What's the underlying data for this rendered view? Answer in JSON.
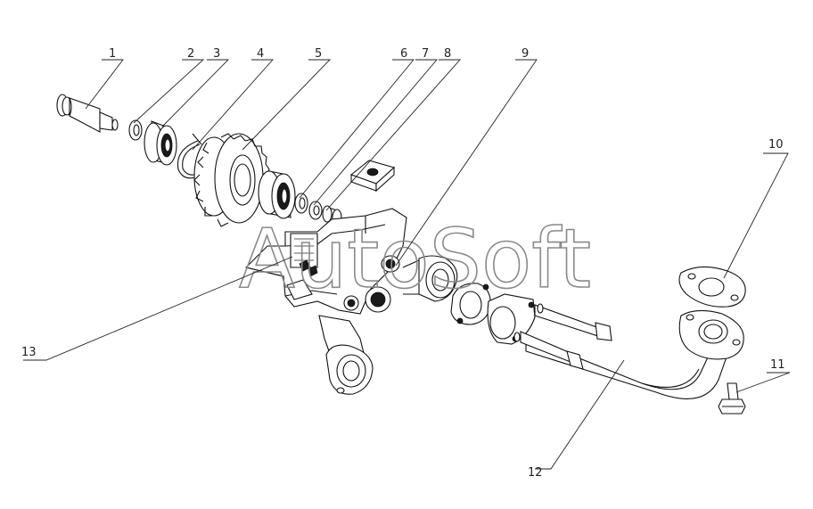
{
  "watermark": "AutoSoft",
  "callouts": [
    {
      "label": "1"
    },
    {
      "label": "2"
    },
    {
      "label": "3"
    },
    {
      "label": "4"
    },
    {
      "label": "5"
    },
    {
      "label": "6"
    },
    {
      "label": "7"
    },
    {
      "label": "8"
    },
    {
      "label": "9"
    },
    {
      "label": "10"
    },
    {
      "label": "11"
    },
    {
      "label": "12"
    },
    {
      "label": "13"
    }
  ]
}
